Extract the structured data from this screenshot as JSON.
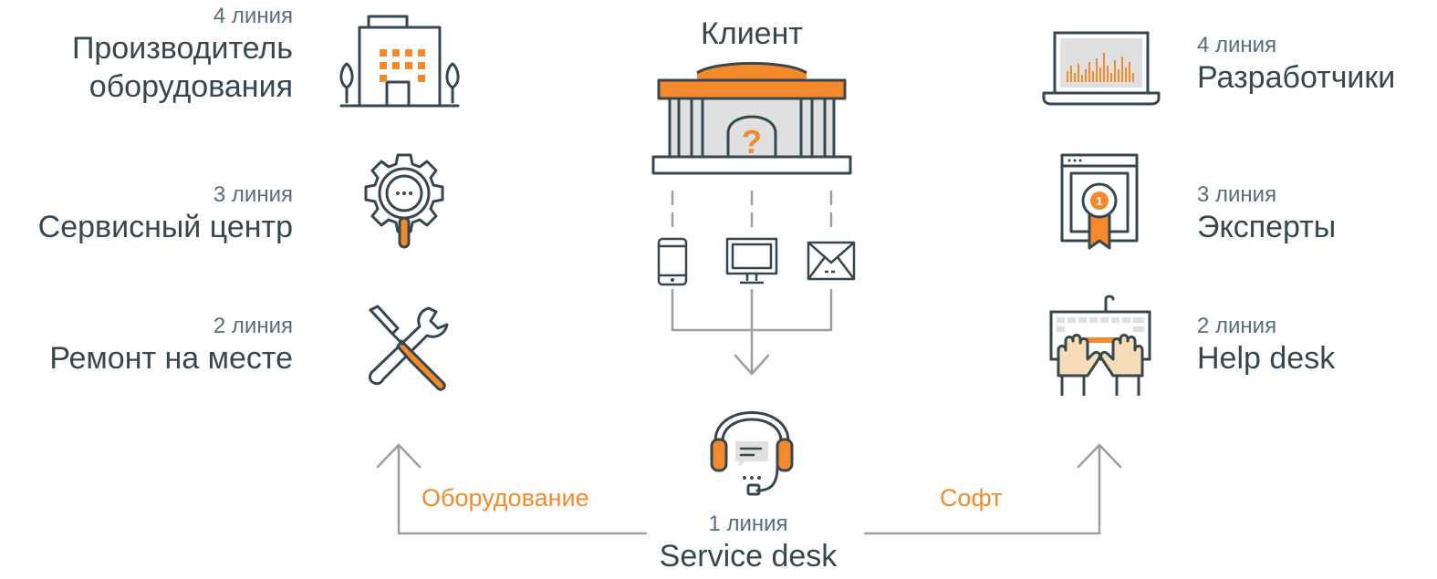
{
  "colors": {
    "accent": "#f58a2c",
    "dark": "#37474f",
    "gray_stroke": "#9e9e9e"
  },
  "client": {
    "title": "Клиент"
  },
  "left": [
    {
      "line": "4 линия",
      "name_lines": [
        "Производитель",
        "оборудования"
      ],
      "icon": "factory-building-icon"
    },
    {
      "line": "3 линия",
      "name_lines": [
        "Сервисный центр"
      ],
      "icon": "gear-magnifier-icon"
    },
    {
      "line": "2 линия",
      "name_lines": [
        "Ремонт на месте"
      ],
      "icon": "screwdriver-wrench-icon"
    }
  ],
  "right": [
    {
      "line": "4 линия",
      "name_lines": [
        "Разработчики"
      ],
      "icon": "laptop-chart-icon"
    },
    {
      "line": "3 линия",
      "name_lines": [
        "Эксперты"
      ],
      "icon": "certificate-icon"
    },
    {
      "line": "2 линия",
      "name_lines": [
        "Help desk"
      ],
      "icon": "hands-keyboard-icon"
    }
  ],
  "channels": [
    "smartphone-icon",
    "monitor-icon",
    "envelope-icon"
  ],
  "branches": {
    "left_label": "Оборудование",
    "right_label": "Софт"
  },
  "service_desk": {
    "line": "1 линия",
    "name": "Service desk",
    "icon": "headset-chat-icon"
  }
}
